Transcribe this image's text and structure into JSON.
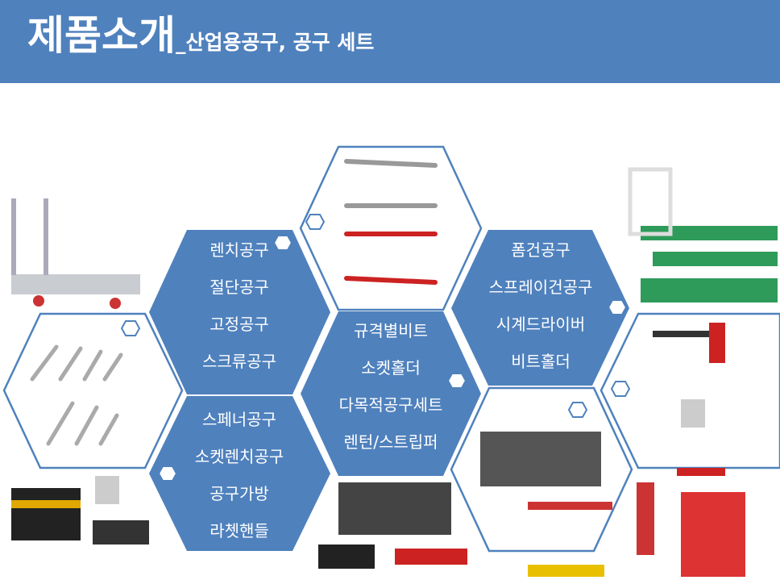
{
  "header": {
    "title": "제품소개",
    "subtitle": "_산업용공구,  공구 세트",
    "color": "#4f81bd"
  },
  "categories": [
    {
      "items": [
        "렌치공구",
        "절단공구",
        "고정공구",
        "스크류공구"
      ]
    },
    {
      "items": [
        "스페너공구",
        "소켓렌치공구",
        "공구가방",
        "라쳇핸들"
      ]
    },
    {
      "items": [
        "규격별비트",
        "소켓홀더",
        "다목적공구세트",
        "렌턴/스트립퍼"
      ]
    },
    {
      "items": [
        "폼건공구",
        "스프레이건공구",
        "시계드라이버",
        "비트홀더"
      ]
    }
  ]
}
